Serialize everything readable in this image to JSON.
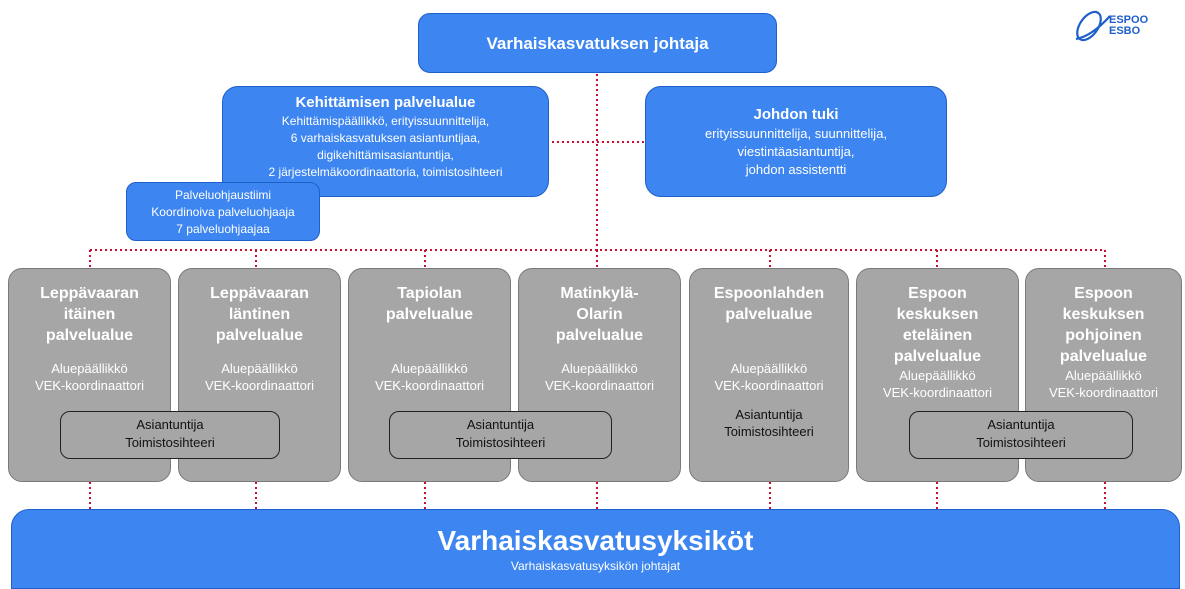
{
  "director": "Varhaiskasvatuksen johtaja",
  "development": {
    "title": "Kehittämisen palvelualue",
    "lines": [
      "Kehittämispäällikkö, erityissuunnittelija,",
      "6 varhaiskasvatuksen asiantuntijaa,",
      "digikehittämisasiantuntija,",
      "2 järjestelmäkoordinaattoria, toimistosihteeri"
    ]
  },
  "guidance": {
    "lines": [
      "Palveluohjaustiimi",
      "Koordinoiva palveluohjaaja",
      "7 palveluohjaajaa"
    ]
  },
  "support": {
    "title": "Johdon tuki",
    "lines": [
      "erityissuunnittelija, suunnittelija,",
      "viestintäasiantuntija,",
      "johdon assistentti"
    ]
  },
  "areas": [
    {
      "title": [
        "Leppävaaran",
        "itäinen",
        "palvelualue"
      ],
      "roles": [
        "Aluepäällikkö",
        "VEK-koordinaattori"
      ]
    },
    {
      "title": [
        "Leppävaaran",
        "läntinen",
        "palvelualue"
      ],
      "roles": [
        "Aluepäällikkö",
        "VEK-koordinaattori"
      ]
    },
    {
      "title": [
        "Tapiolan",
        "palvelualue"
      ],
      "roles": [
        "Aluepäällikkö",
        "VEK-koordinaattori"
      ]
    },
    {
      "title": [
        "Matinkylä-",
        "Olarin",
        "palvelualue"
      ],
      "roles": [
        "Aluepäällikkö",
        "VEK-koordinaattori"
      ]
    },
    {
      "title": [
        "Espoonlahden",
        "palvelualue"
      ],
      "roles": [
        "Aluepäällikkö",
        "VEK-koordinaattori"
      ],
      "extra": [
        "Asiantuntija",
        "Toimistosihteeri"
      ]
    },
    {
      "title": [
        "Espoon",
        "keskuksen",
        "eteläinen",
        "palvelualue"
      ],
      "roles": [
        "Aluepäällikkö",
        "VEK-koordinaattori"
      ]
    },
    {
      "title": [
        "Espoon",
        "keskuksen",
        "pohjoinen",
        "palvelualue"
      ],
      "roles": [
        "Aluepäällikkö",
        "VEK-koordinaattori"
      ]
    }
  ],
  "shared_boxes": [
    {
      "lines": [
        "Asiantuntija",
        "Toimistosihteeri"
      ]
    },
    {
      "lines": [
        "Asiantuntija",
        "Toimistosihteeri"
      ]
    },
    {
      "lines": [
        "Asiantuntija",
        "Toimistosihteeri"
      ]
    }
  ],
  "units": {
    "title": "Varhaiskasvatusyksiköt",
    "subtitle": "Varhaiskasvatusyksikön johtajat"
  },
  "logo": {
    "line1": "ESPOO",
    "line2": "ESBO"
  },
  "colors": {
    "blue": "#3d85f0",
    "grey": "#a6a6a6",
    "connector": "#c8102e"
  }
}
